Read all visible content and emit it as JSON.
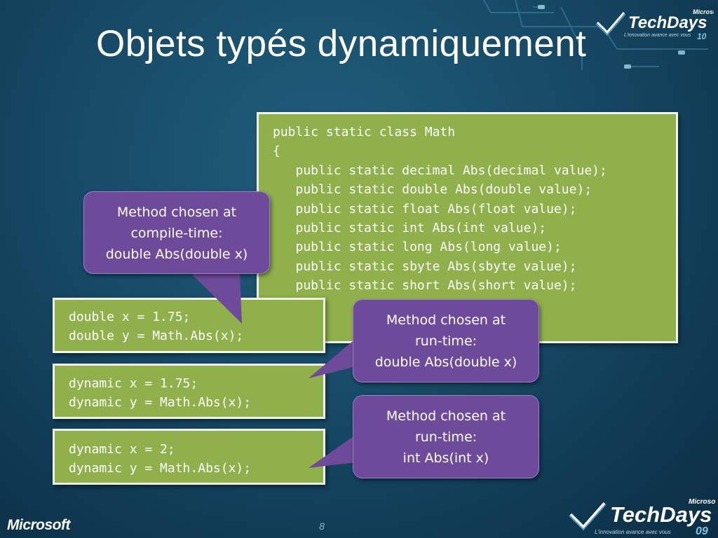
{
  "slide": {
    "title": "Objets typés dynamiquement",
    "page_number": "8"
  },
  "brand": {
    "microsoft": "Microsoft",
    "techdays_name": "TechDays",
    "techdays_tagline": "L'innovation avance avec vous",
    "top_edition": "10",
    "bottom_edition": "09",
    "footer_microsoft": "Microsoft"
  },
  "code": {
    "math_class": [
      "public static class Math",
      "{",
      "   public static decimal Abs(decimal value);",
      "   public static double Abs(double value);",
      "   public static float Abs(float value);",
      "   public static int Abs(int value);",
      "   public static long Abs(long value);",
      "   public static sbyte Abs(sbyte value);",
      "   public static short Abs(short value);"
    ],
    "example1": [
      "double x = 1.75;",
      "double y = Math.Abs(x);"
    ],
    "example2": [
      "dynamic x = 1.75;",
      "dynamic y = Math.Abs(x);"
    ],
    "example3": [
      "dynamic x = 2;",
      "dynamic y = Math.Abs(x);"
    ]
  },
  "callouts": {
    "compile_time": [
      "Method chosen at",
      "compile-time:",
      "double Abs(double x)"
    ],
    "run_time_double": [
      "Method chosen at",
      "run-time:",
      "double Abs(double x)"
    ],
    "run_time_int": [
      "Method chosen at",
      "run-time:",
      "int Abs(int x)"
    ]
  },
  "colors": {
    "background": "#174a66",
    "code_box": "#8fb04a",
    "callout": "#6e4a9b",
    "text": "#ffffff"
  }
}
